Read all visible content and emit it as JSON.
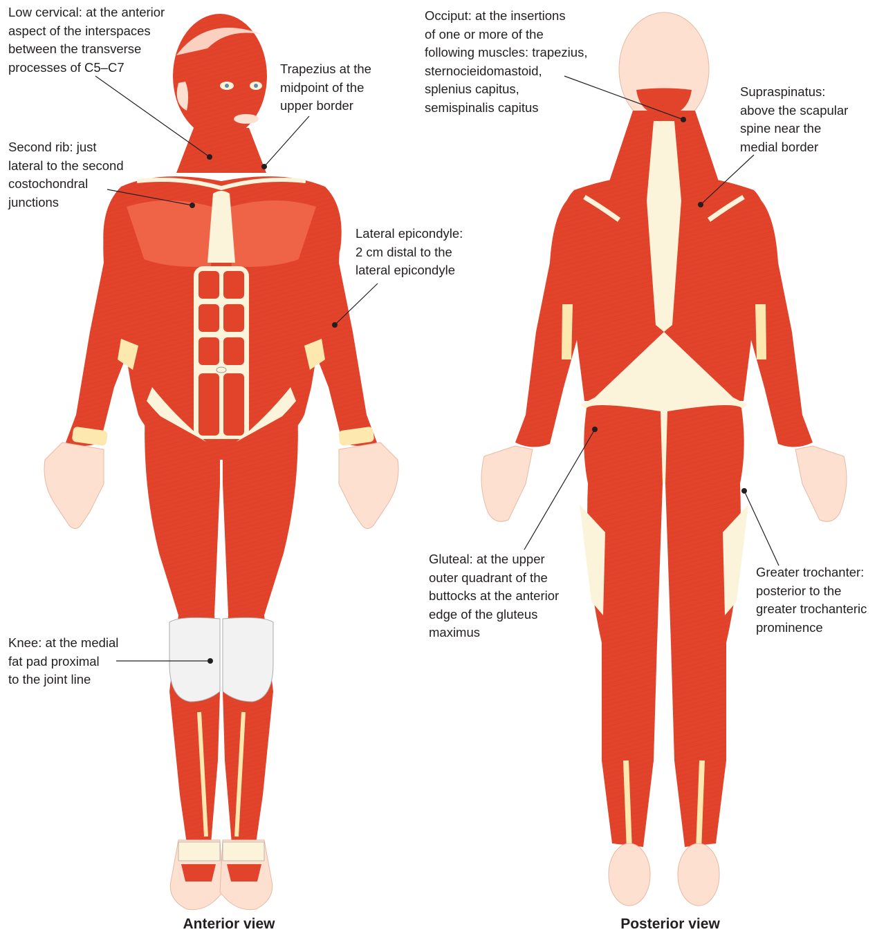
{
  "colors": {
    "muscle": "#e2432b",
    "muscle_light": "#f36d4f",
    "muscle_dark": "#c7301c",
    "tendon": "#fde9b0",
    "fascia": "#fbf3da",
    "skin": "#fde0d0",
    "bone_white": "#f2f2f2",
    "leader": "#231f20",
    "text": "#231f20"
  },
  "figures": {
    "anterior": {
      "caption": "Anterior view"
    },
    "posterior": {
      "caption": "Posterior view"
    }
  },
  "labels": {
    "low_cervical": "Low cervical: at the anterior\naspect of the interspaces\nbetween the transverse\nprocesses of C5–C7",
    "trapezius": "Trapezius at the\nmidpoint of the\nupper border",
    "second_rib": "Second rib: just\nlateral to the second\ncostochondral\njunctions",
    "lateral_epicondyle": "Lateral epicondyle:\n2 cm distal to the\nlateral epicondyle",
    "knee": "Knee: at the medial\nfat pad proximal\nto the joint line",
    "occiput": "Occiput: at the insertions\nof one or more of the\nfollowing muscles: trapezius,\nsternocieidomastoid,\nsplenius capitus,\nsemispinalis capitus",
    "supraspinatus": "Supraspinatus:\nabove the scapular\nspine near the\nmedial border",
    "gluteal": "Gluteal: at the upper\nouter quadrant of the\nbuttocks at the anterior\nedge of the gluteus\nmaximus",
    "greater_trochanter": "Greater trochanter:\nposterior to the\ngreater trochanteric\nprominence"
  }
}
